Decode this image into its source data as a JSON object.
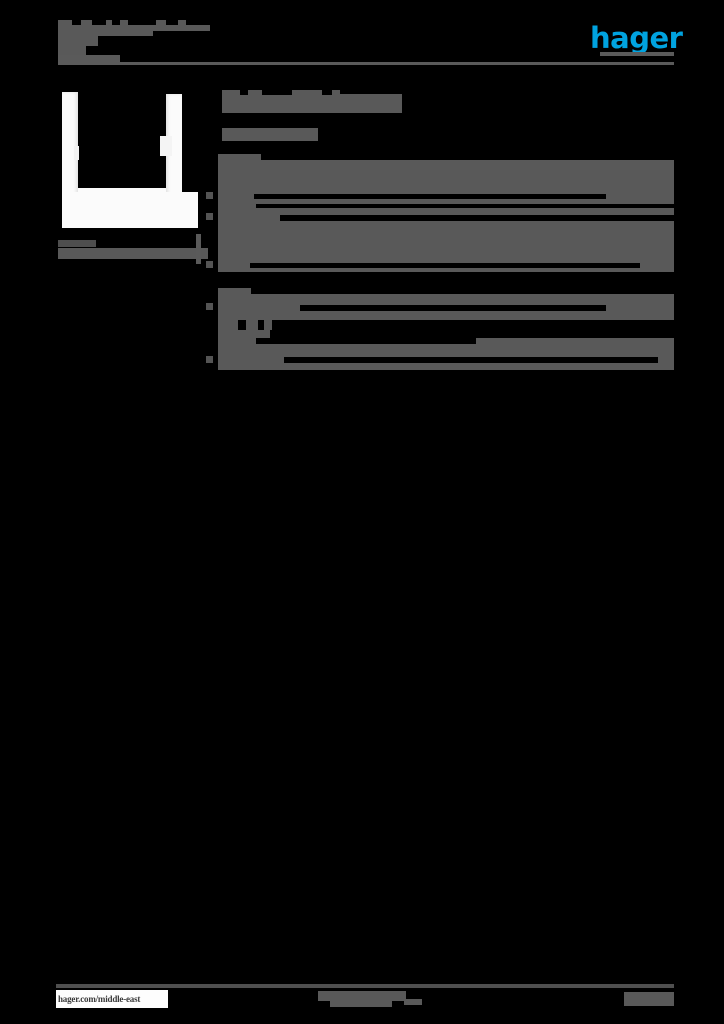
{
  "document": {
    "kind": "product-datasheet-page",
    "state": "redacted",
    "page_background": "#000000",
    "redaction_color": "#595959"
  },
  "header": {
    "title_line1": "",
    "title_line2": "",
    "subtitle_line1": "",
    "subtitle_line2": "",
    "logo_text": "hager",
    "logo_color": "#00a3e0",
    "rule_color": "#5a5a5a"
  },
  "left_column": {
    "product_image_alt": "u-channel-trunking-base",
    "caption_line1": "",
    "caption_line2": ""
  },
  "main": {
    "heading_line1": "",
    "heading_line2": "",
    "subheading": "",
    "tables": [
      {
        "label": "",
        "rows": [
          {
            "cells": [
              "",
              "",
              ""
            ]
          },
          {
            "cells": [
              "",
              "",
              ""
            ]
          },
          {
            "cells": [
              "",
              "",
              ""
            ]
          }
        ]
      },
      {
        "label": "",
        "rows": [
          {
            "cells": [
              "",
              "",
              ""
            ]
          },
          {
            "cells": [
              "",
              "",
              ""
            ]
          }
        ]
      }
    ]
  },
  "footer": {
    "url": "hager.com/middle-east",
    "center_line1": "",
    "center_line2": "",
    "center_line3": "",
    "page_number": ""
  }
}
